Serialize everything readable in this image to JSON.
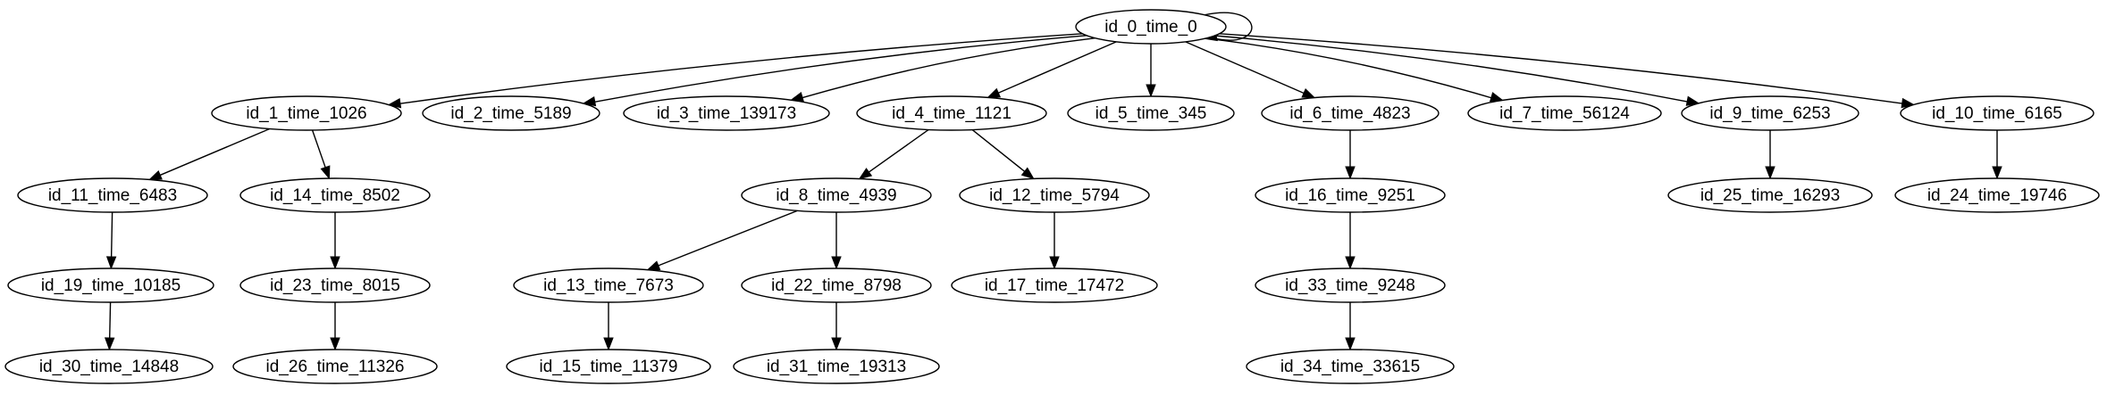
{
  "graph": {
    "nodes": [
      {
        "id": "n0",
        "label": "id_0_time_0"
      },
      {
        "id": "n1",
        "label": "id_1_time_1026"
      },
      {
        "id": "n2",
        "label": "id_2_time_5189"
      },
      {
        "id": "n3",
        "label": "id_3_time_139173"
      },
      {
        "id": "n4",
        "label": "id_4_time_1121"
      },
      {
        "id": "n5",
        "label": "id_5_time_345"
      },
      {
        "id": "n6",
        "label": "id_6_time_4823"
      },
      {
        "id": "n7",
        "label": "id_7_time_56124"
      },
      {
        "id": "n9",
        "label": "id_9_time_6253"
      },
      {
        "id": "n10",
        "label": "id_10_time_6165"
      },
      {
        "id": "n11",
        "label": "id_11_time_6483"
      },
      {
        "id": "n14",
        "label": "id_14_time_8502"
      },
      {
        "id": "n8",
        "label": "id_8_time_4939"
      },
      {
        "id": "n12",
        "label": "id_12_time_5794"
      },
      {
        "id": "n16",
        "label": "id_16_time_9251"
      },
      {
        "id": "n25",
        "label": "id_25_time_16293"
      },
      {
        "id": "n24",
        "label": "id_24_time_19746"
      },
      {
        "id": "n19",
        "label": "id_19_time_10185"
      },
      {
        "id": "n23",
        "label": "id_23_time_8015"
      },
      {
        "id": "n13",
        "label": "id_13_time_7673"
      },
      {
        "id": "n22",
        "label": "id_22_time_8798"
      },
      {
        "id": "n17",
        "label": "id_17_time_17472"
      },
      {
        "id": "n33",
        "label": "id_33_time_9248"
      },
      {
        "id": "n30",
        "label": "id_30_time_14848"
      },
      {
        "id": "n26",
        "label": "id_26_time_11326"
      },
      {
        "id": "n15",
        "label": "id_15_time_11379"
      },
      {
        "id": "n31",
        "label": "id_31_time_19313"
      },
      {
        "id": "n34",
        "label": "id_34_time_33615"
      }
    ],
    "edges": [
      {
        "from": "n0",
        "to": "n0"
      },
      {
        "from": "n0",
        "to": "n1"
      },
      {
        "from": "n0",
        "to": "n2"
      },
      {
        "from": "n0",
        "to": "n3"
      },
      {
        "from": "n0",
        "to": "n4"
      },
      {
        "from": "n0",
        "to": "n5"
      },
      {
        "from": "n0",
        "to": "n6"
      },
      {
        "from": "n0",
        "to": "n7"
      },
      {
        "from": "n0",
        "to": "n9"
      },
      {
        "from": "n0",
        "to": "n10"
      },
      {
        "from": "n1",
        "to": "n11"
      },
      {
        "from": "n1",
        "to": "n14"
      },
      {
        "from": "n4",
        "to": "n8"
      },
      {
        "from": "n4",
        "to": "n12"
      },
      {
        "from": "n6",
        "to": "n16"
      },
      {
        "from": "n9",
        "to": "n25"
      },
      {
        "from": "n10",
        "to": "n24"
      },
      {
        "from": "n11",
        "to": "n19"
      },
      {
        "from": "n14",
        "to": "n23"
      },
      {
        "from": "n8",
        "to": "n13"
      },
      {
        "from": "n8",
        "to": "n22"
      },
      {
        "from": "n12",
        "to": "n17"
      },
      {
        "from": "n16",
        "to": "n33"
      },
      {
        "from": "n19",
        "to": "n30"
      },
      {
        "from": "n23",
        "to": "n26"
      },
      {
        "from": "n13",
        "to": "n15"
      },
      {
        "from": "n22",
        "to": "n31"
      },
      {
        "from": "n33",
        "to": "n34"
      }
    ]
  }
}
